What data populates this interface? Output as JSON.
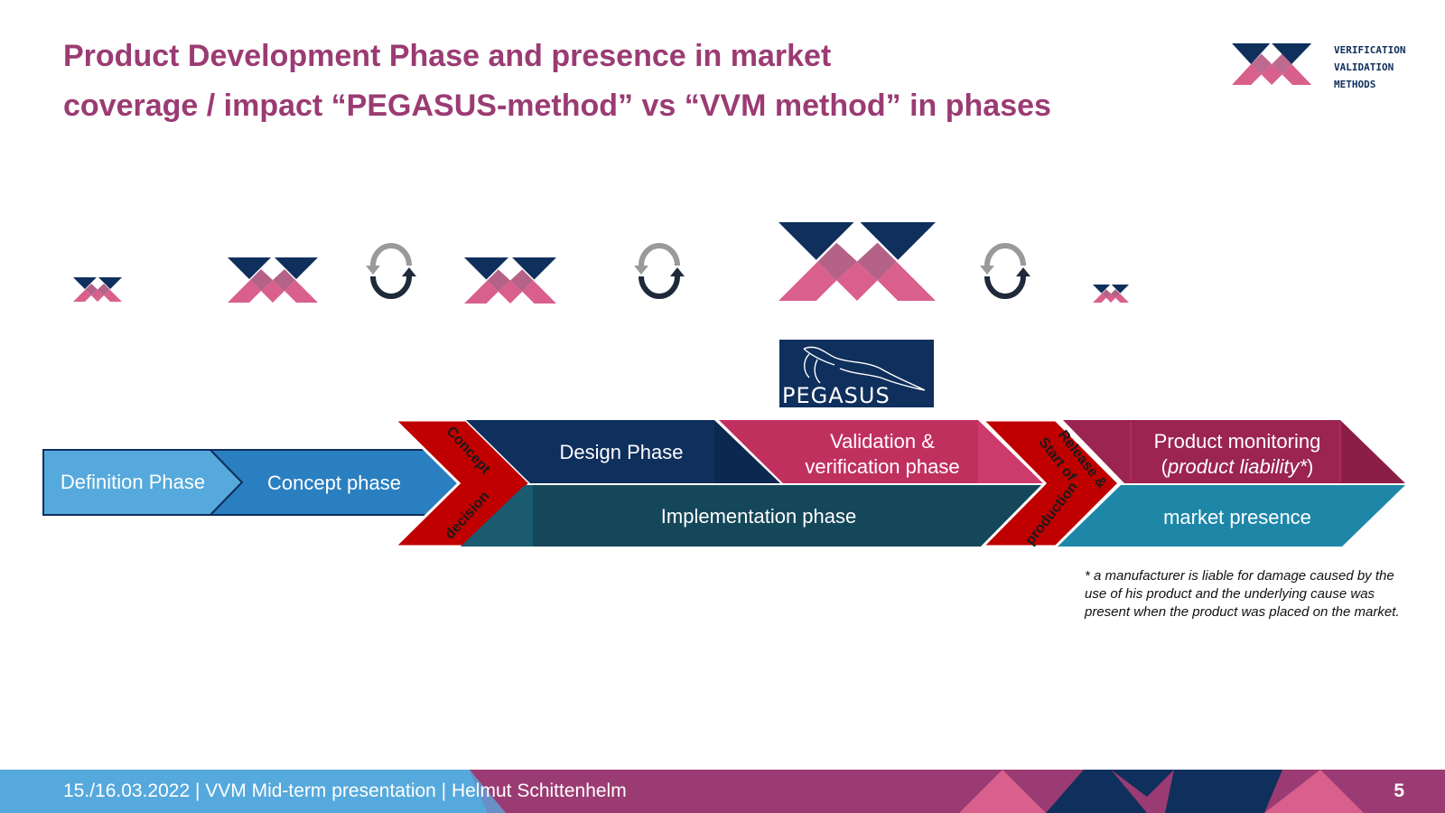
{
  "header": {
    "title_line1": "Product Development Phase and presence in market",
    "title_line2": "coverage / impact “PEGASUS-method” vs “VVM method” in phases"
  },
  "logo": {
    "line1": "VERIFICATION",
    "line2": "VALIDATION",
    "line3": "METHODS",
    "icon": "vvm-logo-icon"
  },
  "pegasus_logo": {
    "text": "PEGASUS",
    "icon": "pegasus-horse-icon"
  },
  "phases": {
    "definition": "Definition Phase",
    "concept": "Concept phase",
    "concept_decision_line1": "Concept",
    "concept_decision_line2": "decision",
    "design": "Design Phase",
    "validation_line1": "Validation &",
    "validation_line2": "verification phase",
    "implementation": "Implementation phase",
    "release_line1": "Release &",
    "release_line2": "Start of",
    "release_line3": "production",
    "monitoring_line1": "Product monitoring",
    "monitoring_line2_prefix": "(",
    "monitoring_line2_italic": "product liability*",
    "monitoring_line2_suffix": ")",
    "market": "market presence"
  },
  "footnote": "* a manufacturer is liable for damage caused by the use of his product and the underlying cause was present when the product was placed on the market.",
  "footer": {
    "text": "15./16.03.2022 | VVM Mid-term presentation | Helmut Schittenhelm",
    "page": "5"
  },
  "colors": {
    "title": "#9b3b73",
    "navy": "#0f2f5c",
    "pink": "#d9608c",
    "definition_blue": "#56a9dc",
    "concept_blue": "#2a7fc1",
    "decision_red": "#c00000",
    "design_navy": "#0f2f5c",
    "validation_pink": "#c0305f",
    "implementation_teal": "#15475a",
    "monitoring_magenta": "#9b2450",
    "market_teal": "#1e87a8"
  }
}
